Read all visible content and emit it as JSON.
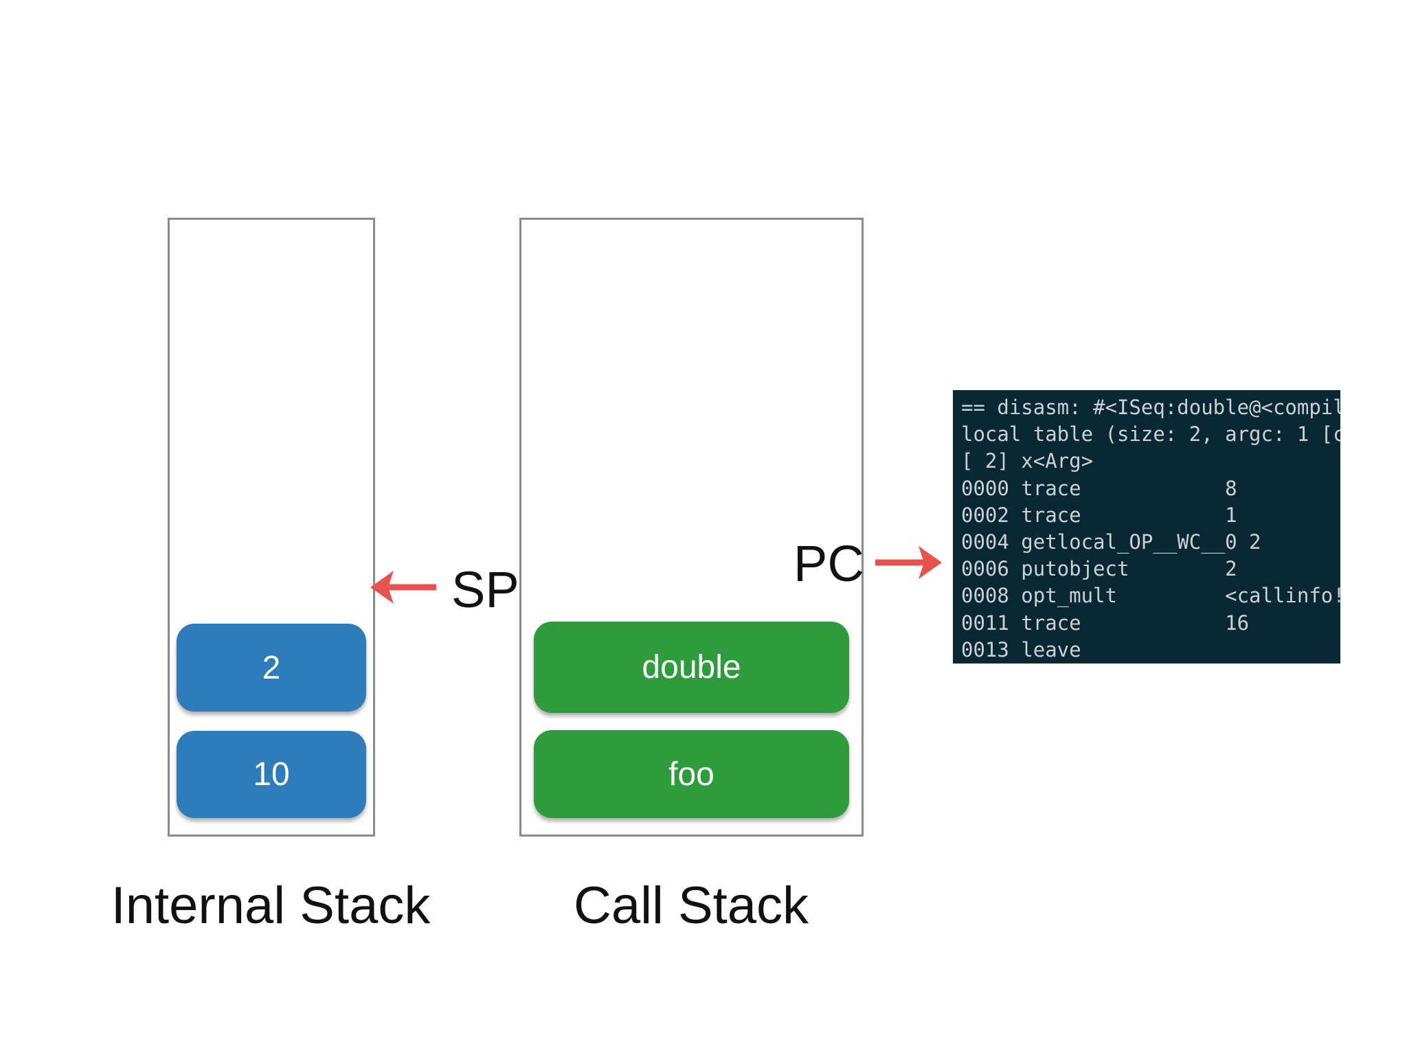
{
  "internal_stack": {
    "label": "Internal Stack",
    "items": [
      "2",
      "10"
    ],
    "pointer_label": "SP",
    "block_color": "#2f7cbb"
  },
  "call_stack": {
    "label": "Call Stack",
    "items": [
      "double",
      "foo"
    ],
    "pointer_label": "PC",
    "block_color": "#2e9b3d"
  },
  "arrow_color": "#e8534f",
  "terminal": {
    "lines": [
      "== disasm: #<ISeq:double@<compil",
      "local table (size: 2, argc: 1 [c",
      "[ 2] x<Arg>",
      "0000 trace            8",
      "0002 trace            1",
      "0004 getlocal_OP__WC__0 2",
      "0006 putobject        2",
      "0008 opt_mult         <callinfo!",
      "0011 trace            16",
      "0013 leave"
    ]
  }
}
